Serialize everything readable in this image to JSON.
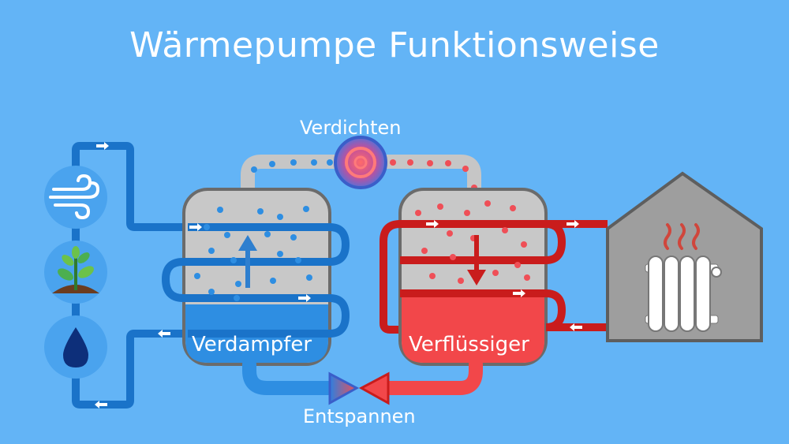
{
  "title": "Wärmepumpe Funktionsweise",
  "stages": {
    "compress": "Verdichten",
    "expand": "Entspannen",
    "evaporator": "Verdampfer",
    "condenser": "Verflüssiger"
  },
  "heat_sources": [
    "wind-icon",
    "plant-soil-icon",
    "water-drop-icon"
  ],
  "colors": {
    "background": "#63b4f6",
    "cold_pipe": "#1a73c9",
    "warm_pipe": "#c91c1c",
    "evaporator_liquid": "#2e8ee2",
    "condenser_liquid": "#f2474a",
    "vessel_gray": "#c8c8c8",
    "house_gray": "#9e9e9e"
  }
}
